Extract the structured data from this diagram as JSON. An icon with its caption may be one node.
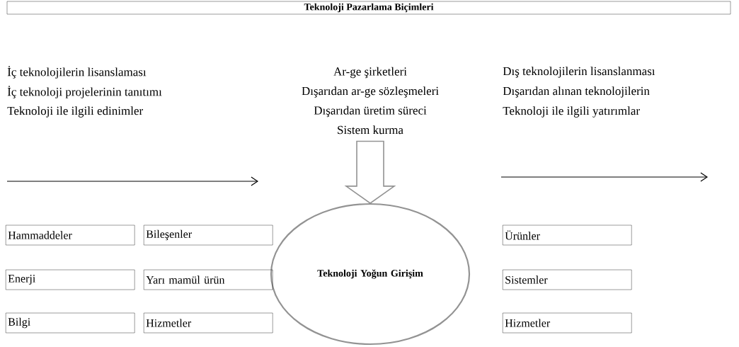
{
  "diagram": {
    "title": "Teknoloji Pazarlama Biçimleri",
    "nodes": [
      {
        "text": [
          "Ar-ge şirketleri",
          "Dışarıdan ar-ge sözleşmeleri",
          "Dışarıdan üretim süreci",
          "Sistem kurma"
        ]
      },
      {
        "text": [
          "Teknoloji Yoğun Girişim"
        ]
      },
      {
        "text": [
          "Hammaddeler"
        ]
      },
      {
        "text": [
          "Bileşenler"
        ]
      },
      {
        "text": [
          "Enerji"
        ]
      },
      {
        "text": [
          "Yarı mamül ürün"
        ]
      },
      {
        "text": [
          "Bilgi"
        ]
      },
      {
        "text": [
          "Hizmetler"
        ]
      },
      {
        "text": [
          "Ürünler"
        ]
      },
      {
        "text": [
          "Sistemler"
        ]
      },
      {
        "text": [
          "Hizmetler"
        ]
      }
    ],
    "edges": [
      {
        "from": 0,
        "to": 1,
        "arrow": "to"
      }
    ],
    "labels": [
      "İç teknolojilerin lisanslaması",
      "İç teknoloji projelerinin tanıtımı",
      "Teknoloji ile ilgili edinimler",
      "Dış teknolojilerin lisanslanması",
      "Dışarıdan alınan teknolojilerin",
      "Teknoloji ile ilgili yatırımlar"
    ]
  }
}
